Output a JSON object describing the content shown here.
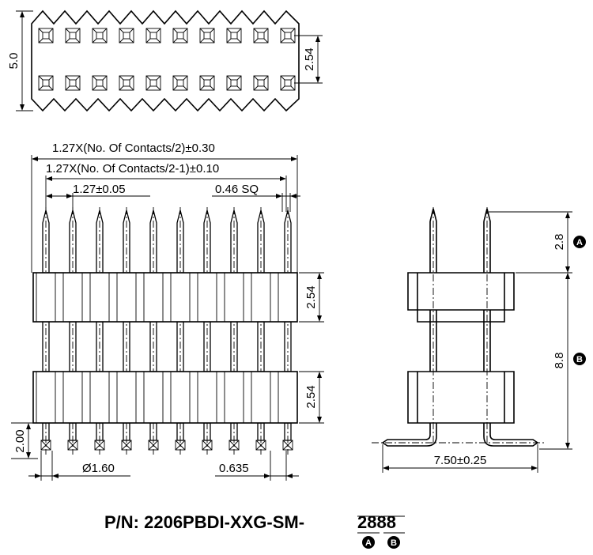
{
  "top_view": {
    "dim_height": "5.0",
    "dim_pitch_rows": "2.54"
  },
  "front_view": {
    "dim_overall": "1.27X(No. Of Contacts/2)±0.30",
    "dim_span": "1.27X(No. Of Contacts/2-1)±0.10",
    "dim_pitch": "1.27±0.05",
    "dim_pin_size": "0.46 SQ",
    "dim_body_upper": "2.54",
    "dim_body_lower": "2.54",
    "dim_tail": "2.00",
    "dim_peg_dia": "Ø1.60",
    "dim_offset": "0.635"
  },
  "side_view": {
    "dim_top": "2.8",
    "dim_mid": "8.8",
    "dim_width": "7.50±0.25",
    "marker_a": "A",
    "marker_b": "B"
  },
  "part_number": {
    "label": "P/N: 2206PBDI-XXG-SM-",
    "variable": "2888",
    "marker_a": "A",
    "marker_b": "B"
  }
}
